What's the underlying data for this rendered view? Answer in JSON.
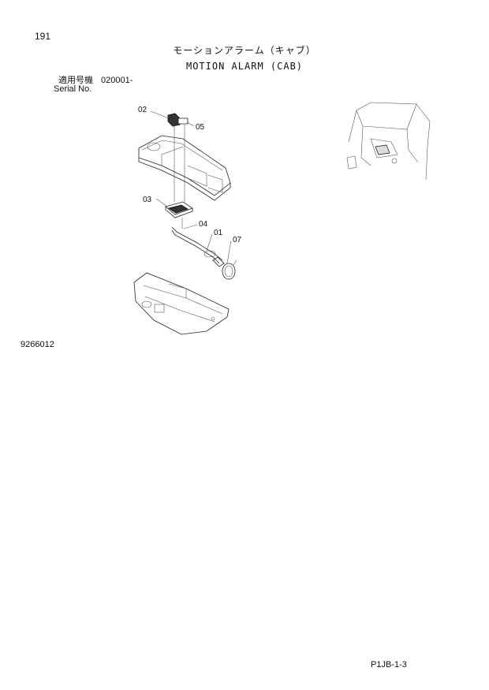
{
  "page_number": "191",
  "title_jp": "モーションアラーム（キャブ）",
  "title_en": "MOTION ALARM (CAB)",
  "serial": {
    "label_jp": "適用号機",
    "value": "020001-",
    "label_en": "Serial No."
  },
  "parts": [
    {
      "callout": "01"
    },
    {
      "callout": "02"
    },
    {
      "callout": "03"
    },
    {
      "callout": "04"
    },
    {
      "callout": "05"
    },
    {
      "callout": "07"
    }
  ],
  "diagram_code": "9266012",
  "footer_code": "P1JB-1-3"
}
